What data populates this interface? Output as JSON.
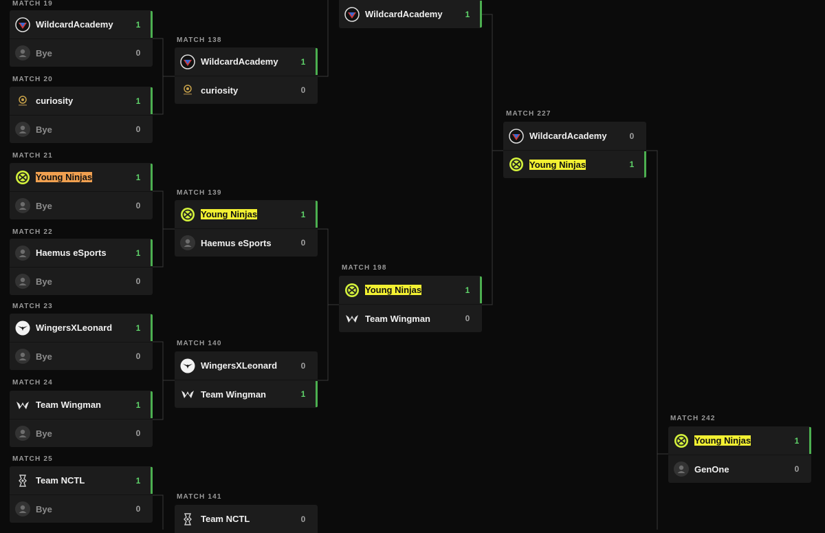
{
  "colors": {
    "background": "#0b0b0b",
    "card": "#1c1c1c",
    "win_accent": "#4caf50",
    "highlight": "#f2f032",
    "highlight_current": "#f0a050"
  },
  "matches": {
    "m19": {
      "label": "MATCH 19",
      "teams": [
        {
          "name": "WildcardAcademy",
          "score": "1",
          "icon": "wildcard-logo-icon"
        },
        {
          "name": "Bye",
          "score": "0",
          "icon": "user-icon"
        }
      ]
    },
    "m20": {
      "label": "MATCH 20",
      "teams": [
        {
          "name": "curiosity",
          "score": "1",
          "icon": "curiosity-logo-icon"
        },
        {
          "name": "Bye",
          "score": "0",
          "icon": "user-icon"
        }
      ]
    },
    "m21": {
      "label": "MATCH 21",
      "teams": [
        {
          "name": "Young Ninjas",
          "score": "1",
          "icon": "young-ninjas-logo-icon"
        },
        {
          "name": "Bye",
          "score": "0",
          "icon": "user-icon"
        }
      ]
    },
    "m22": {
      "label": "MATCH 22",
      "teams": [
        {
          "name": "Haemus eSports",
          "score": "1",
          "icon": "user-icon"
        },
        {
          "name": "Bye",
          "score": "0",
          "icon": "user-icon"
        }
      ]
    },
    "m23": {
      "label": "MATCH 23",
      "teams": [
        {
          "name": "WingersXLeonard",
          "score": "1",
          "icon": "wingers-logo-icon"
        },
        {
          "name": "Bye",
          "score": "0",
          "icon": "user-icon"
        }
      ]
    },
    "m24": {
      "label": "MATCH 24",
      "teams": [
        {
          "name": "Team Wingman",
          "score": "1",
          "icon": "wingman-logo-icon"
        },
        {
          "name": "Bye",
          "score": "0",
          "icon": "user-icon"
        }
      ]
    },
    "m25": {
      "label": "MATCH 25",
      "teams": [
        {
          "name": "Team NCTL",
          "score": "1",
          "icon": "nctl-logo-icon"
        },
        {
          "name": "Bye",
          "score": "0",
          "icon": "user-icon"
        }
      ]
    },
    "m138": {
      "label": "MATCH 138",
      "teams": [
        {
          "name": "WildcardAcademy",
          "score": "1",
          "icon": "wildcard-logo-icon"
        },
        {
          "name": "curiosity",
          "score": "0",
          "icon": "curiosity-logo-icon"
        }
      ]
    },
    "m139": {
      "label": "MATCH 139",
      "teams": [
        {
          "name": "Young Ninjas",
          "score": "1",
          "icon": "young-ninjas-logo-icon"
        },
        {
          "name": "Haemus eSports",
          "score": "0",
          "icon": "user-icon"
        }
      ]
    },
    "m140": {
      "label": "MATCH 140",
      "teams": [
        {
          "name": "WingersXLeonard",
          "score": "0",
          "icon": "wingers-logo-icon"
        },
        {
          "name": "Team Wingman",
          "score": "1",
          "icon": "wingman-logo-icon"
        }
      ]
    },
    "m141": {
      "label": "MATCH 141",
      "teams": [
        {
          "name": "Team NCTL",
          "score": "0",
          "icon": "nctl-logo-icon"
        }
      ]
    },
    "m197": {
      "label": "",
      "teams": [
        {
          "name": "WildcardAcademy",
          "score": "1",
          "icon": "wildcard-logo-icon"
        }
      ]
    },
    "m198": {
      "label": "MATCH 198",
      "teams": [
        {
          "name": "Young Ninjas",
          "score": "1",
          "icon": "young-ninjas-logo-icon"
        },
        {
          "name": "Team Wingman",
          "score": "0",
          "icon": "wingman-logo-icon"
        }
      ]
    },
    "m227": {
      "label": "MATCH 227",
      "teams": [
        {
          "name": "WildcardAcademy",
          "score": "0",
          "icon": "wildcard-logo-icon"
        },
        {
          "name": "Young Ninjas",
          "score": "1",
          "icon": "young-ninjas-logo-icon"
        }
      ]
    },
    "m242": {
      "label": "MATCH 242",
      "teams": [
        {
          "name": "Young Ninjas",
          "score": "1",
          "icon": "young-ninjas-logo-icon"
        },
        {
          "name": "GenOne",
          "score": "0",
          "icon": "user-icon"
        }
      ]
    }
  }
}
